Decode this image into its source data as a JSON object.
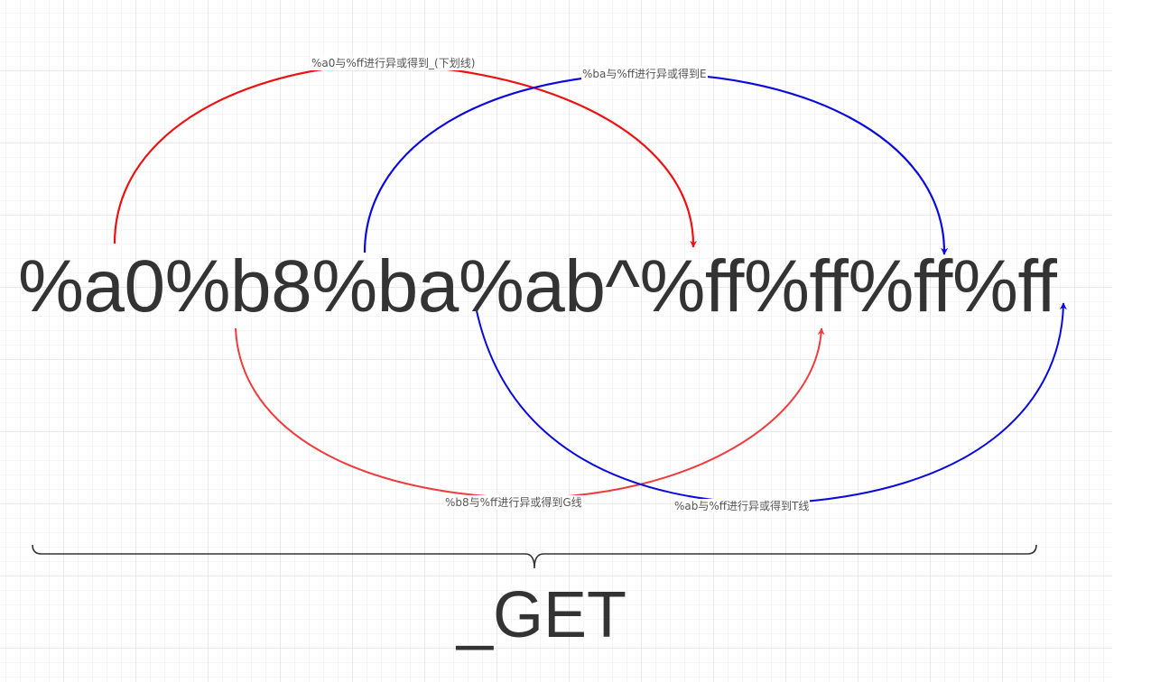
{
  "diagram": {
    "payload": "%a0%b8%ba%ab^%ff%ff%ff%ff",
    "result": "_GET",
    "labels": {
      "a0": "%a0与%ff进行异或得到_(下划线)",
      "ba": "%ba与%ff进行异或得到E",
      "b8": "%b8与%ff进行异或得到G线",
      "ab": "%ab与%ff进行异或得到T线"
    },
    "colors": {
      "red_arc": "#ee1111",
      "red_arc_light": "#f03c3c",
      "blue_arc": "#0a0ae0",
      "brace": "#333333",
      "text": "#333333"
    }
  }
}
